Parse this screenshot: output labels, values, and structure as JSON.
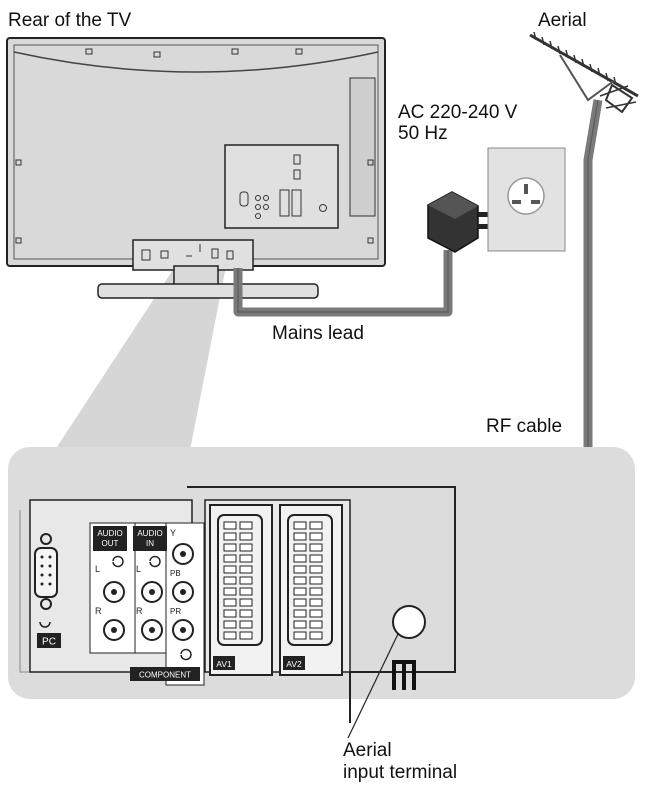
{
  "labels": {
    "rear_tv": "Rear of the TV",
    "aerial": "Aerial",
    "ac_line1": "AC 220-240 V",
    "ac_line2": "50 Hz",
    "mains_lead": "Mains lead",
    "rf_cable": "RF cable",
    "aerial_terminal_line1": "Aerial",
    "aerial_terminal_line2": "input terminal"
  },
  "panel": {
    "audio_out_line1": "AUDIO",
    "audio_out_line2": "OUT",
    "audio_in_line1": "AUDIO",
    "audio_in_line2": "IN",
    "y": "Y",
    "pb": "PB",
    "pr": "PR",
    "l": "L",
    "r": "R",
    "component": "COMPONENT",
    "pc": "PC",
    "av1": "AV1",
    "av2": "AV2"
  },
  "colors": {
    "panel_grey": "#dcdcdc",
    "tv_grey": "#d9d9d9",
    "cable_grey": "#7a7a7a",
    "outline": "#222222"
  }
}
